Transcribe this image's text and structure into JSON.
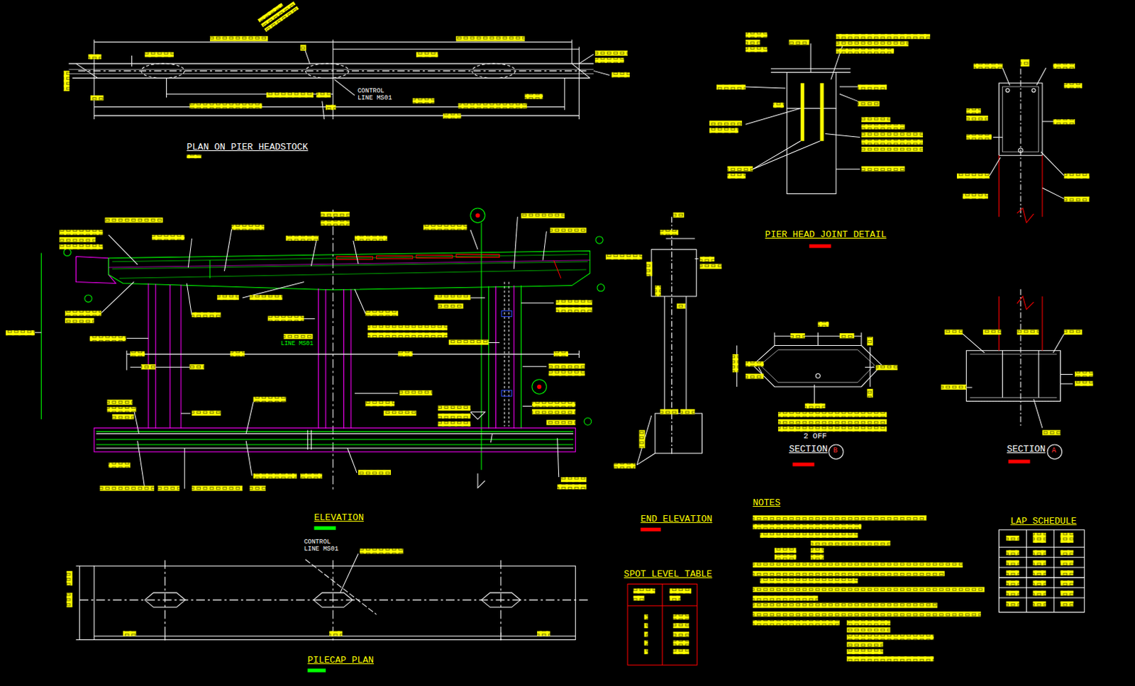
{
  "diagram": {
    "nodes": [
      {
        "text": [
          "SPOT LEVEL TABLE"
        ]
      },
      {
        "text": [
          "LAP SCHEDULE"
        ]
      }
    ],
    "labels": [
      "PLAN ON PIER HEADSTOCK",
      "CONTROL LINE MS01",
      "PIER HEAD JOINT DETAIL",
      "LINE MS01",
      "ELEVATION",
      "END ELEVATION",
      "2 OFF",
      "SECTION",
      "B",
      "SECTION",
      "A",
      "NOTES",
      "CONTROL LINE MS01",
      "PILECAP PLAN"
    ]
  }
}
